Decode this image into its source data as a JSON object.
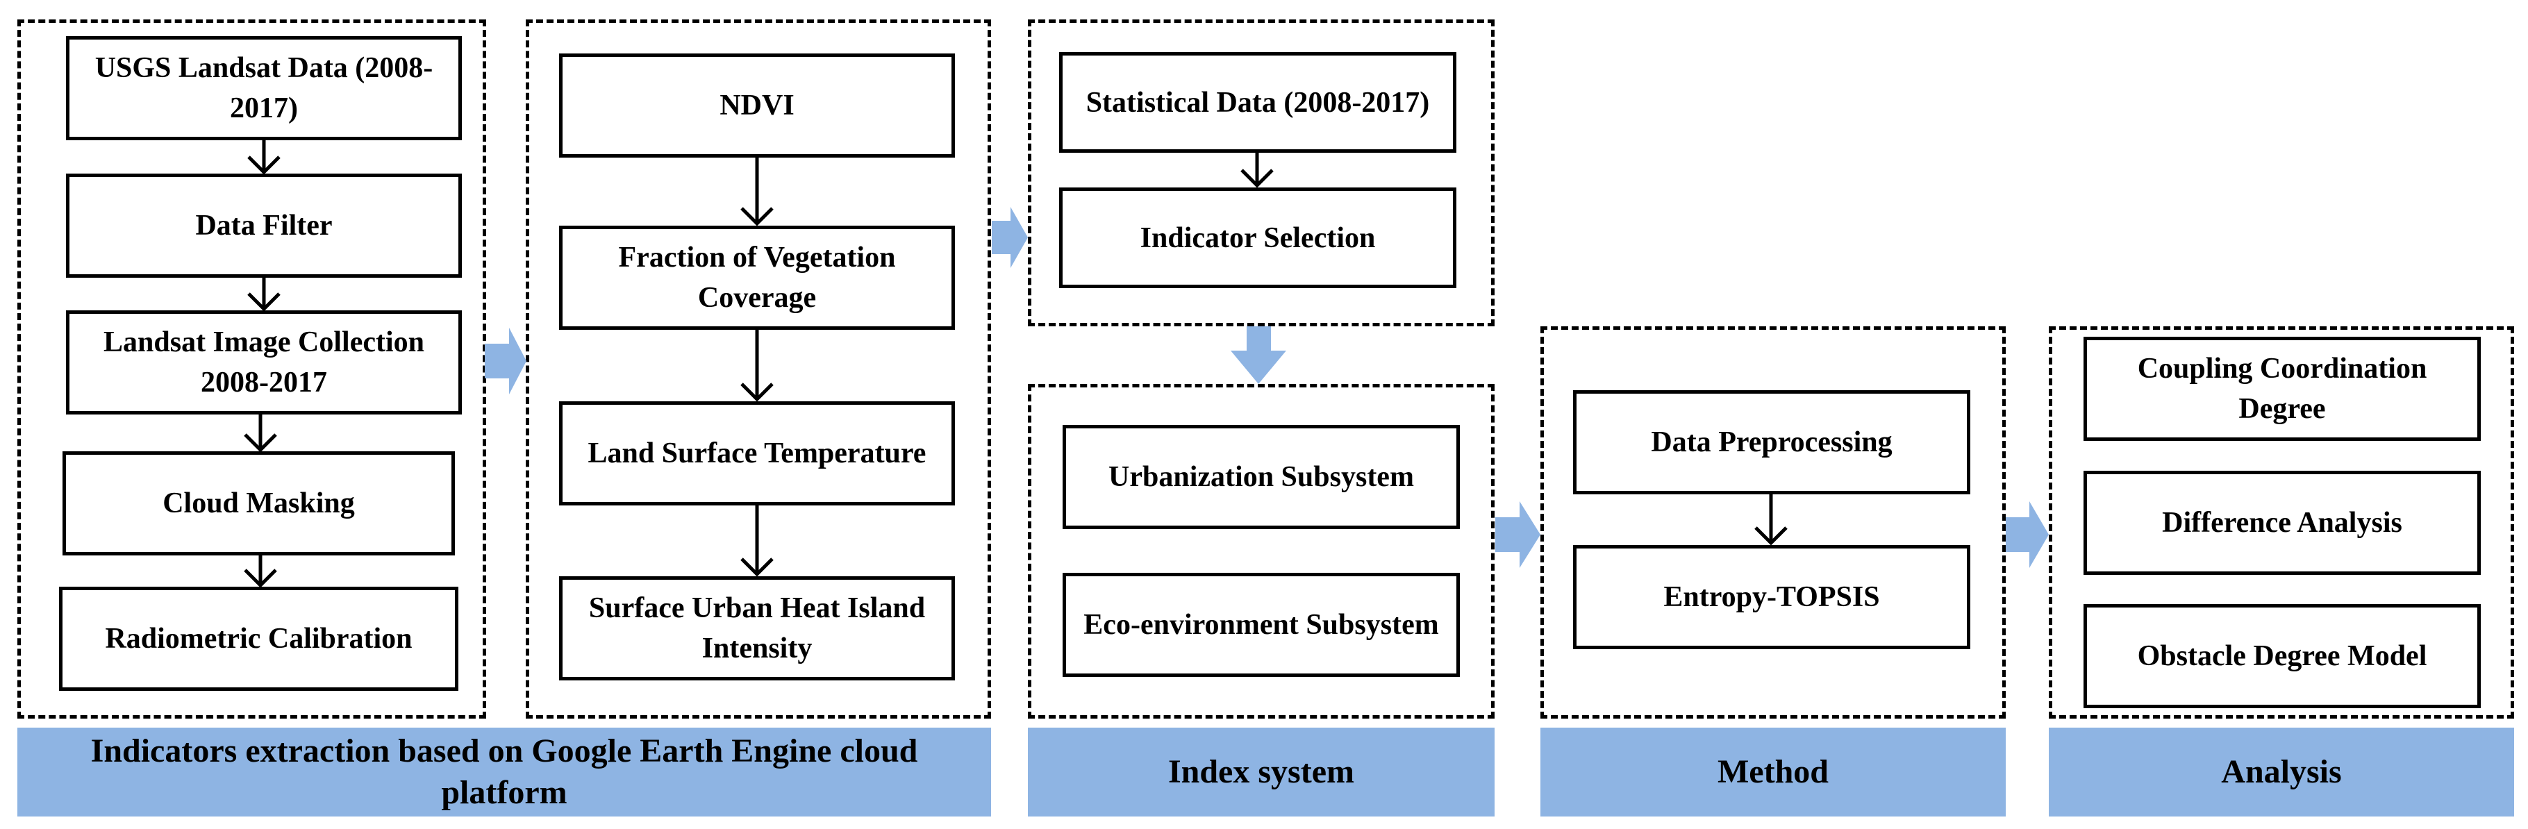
{
  "colors": {
    "banner": "#8eb4e3",
    "arrow_block": "#8eb4e3",
    "line": "#000000"
  },
  "panel1": {
    "usgs": "USGS Landsat Data (2008-2017)",
    "filter": "Data Filter",
    "collection": "Landsat Image Collection 2008-2017",
    "cloud": "Cloud Masking",
    "radiometric": "Radiometric Calibration"
  },
  "panel2": {
    "ndvi": "NDVI",
    "fvc": "Fraction of Vegetation Coverage",
    "lst": "Land Surface Temperature",
    "suhi": "Surface Urban Heat Island Intensity"
  },
  "panel3": {
    "statistical": "Statistical Data (2008-2017)",
    "indicator": "Indicator Selection",
    "urbanization": "Urbanization Subsystem",
    "eco": "Eco-environment Subsystem"
  },
  "panel4": {
    "preprocessing": "Data Preprocessing",
    "entropy": "Entropy-TOPSIS"
  },
  "panel5": {
    "coupling": "Coupling Coordination Degree",
    "difference": "Difference Analysis",
    "obstacle": "Obstacle Degree Model"
  },
  "banners": {
    "extraction": "Indicators extraction based on Google Earth Engine cloud platform",
    "index": "Index system",
    "method": "Method",
    "analysis": "Analysis"
  }
}
